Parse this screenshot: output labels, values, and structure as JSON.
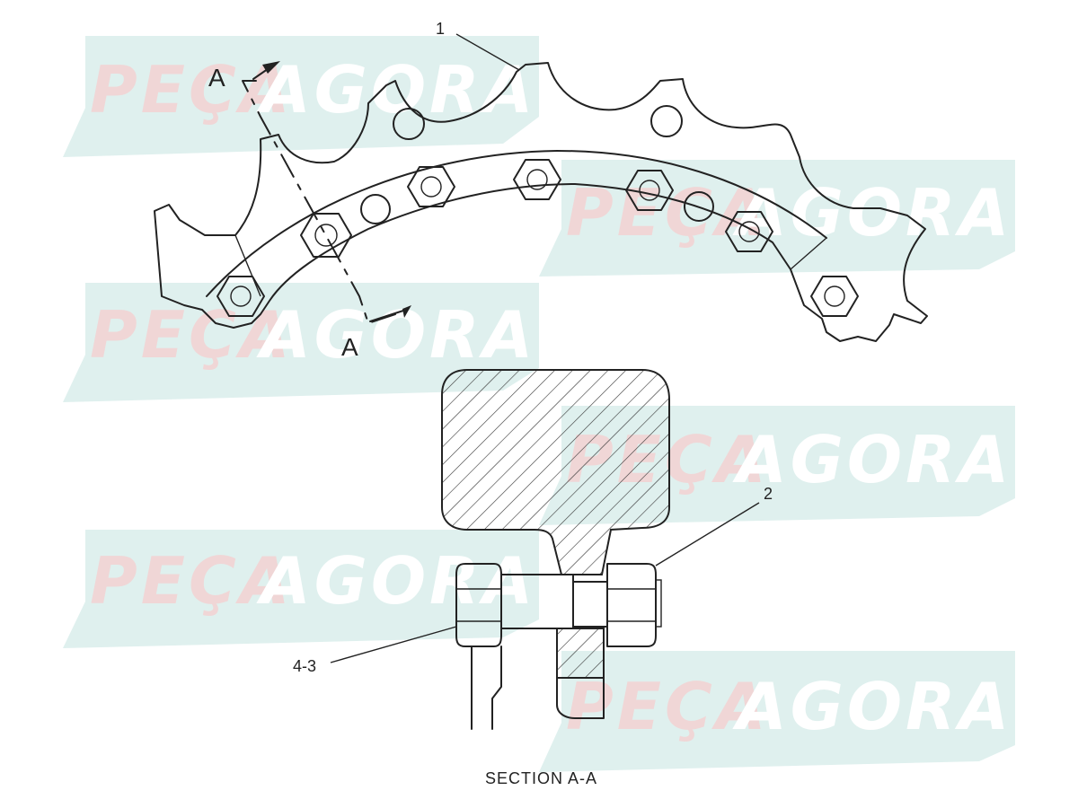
{
  "watermark": {
    "part1": "PEÇA",
    "part2": "AGORA"
  },
  "section_marks": {
    "top": "A",
    "bottom": "A"
  },
  "callouts": {
    "c1": "1",
    "c2": "2",
    "c3": "4-3"
  },
  "caption": "SECTION A-A"
}
